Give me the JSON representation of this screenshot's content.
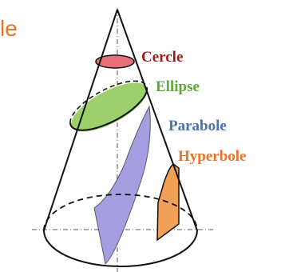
{
  "cut_off_word": "le",
  "labels": {
    "cercle": "Cercle",
    "ellipse": "Ellipse",
    "parabole": "Parabole",
    "hyperbole": "Hyperbole"
  },
  "colors": {
    "cercle": "#e8707a",
    "cercle_text": "#9b1c1c",
    "ellipse": "#9dd06a",
    "ellipse_text": "#5fa83a",
    "parabole": "#a59ee0",
    "parabole_text": "#4a6fb3",
    "hyperbole": "#f0a057",
    "hyperbole_text": "#e8732a",
    "title_fragment": "#e8732a",
    "outline": "#111111",
    "axis": "#555555"
  }
}
